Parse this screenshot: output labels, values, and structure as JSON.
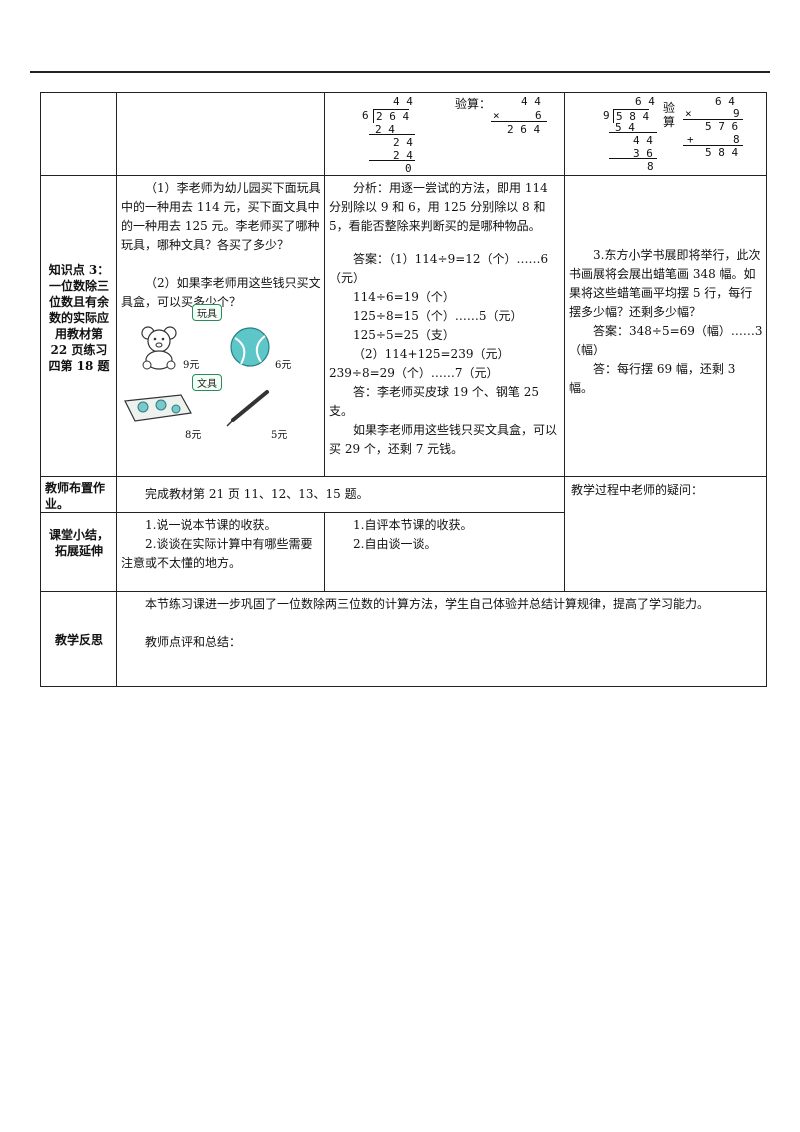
{
  "row_top": {
    "calc1": {
      "quotient": "4 4",
      "dividend": "2 6 4",
      "divisor": "6",
      "steps": [
        "2 4",
        "2 4",
        "2 4",
        "0"
      ],
      "check_label": "验算：",
      "check_top": "4 4",
      "check_mult": "6",
      "check_op": "×",
      "check_result": "2 6 4"
    },
    "calc2": {
      "quotient": "6 4",
      "dividend": "5 8 4",
      "divisor": "9",
      "steps": [
        "5 4",
        "4 4",
        "3 6",
        "8"
      ],
      "check_label_1": "验",
      "check_label_2": "算",
      "check_top": "6 4",
      "check_mult": "9",
      "check_op": "×",
      "check_mid": "5 7 6",
      "check_plus": "+",
      "check_add": "8",
      "check_result": "5 8 4"
    }
  },
  "row_kp3": {
    "header": "知识点 3：一位数除三位数且有余数的实际应用教材第 22 页练习四第 18 题",
    "problem": [
      "（1）李老师为幼儿园买下面玩具中的一种用去 114 元，买下面文具中的一种用去 125 元。李老师买了哪种玩具，哪种文具？各买了多少？",
      "（2）如果李老师用这些钱只买文具盒，可以买多少个？"
    ],
    "toys_label": "玩具",
    "stationery_label": "文具",
    "prices": [
      "9元",
      "6元",
      "8元",
      "5元"
    ],
    "analysis": [
      "分析：用逐一尝试的方法，即用 114 分别除以 9 和 6，用 125 分别除以 8 和 5，看能否整除来判断买的是哪种物品。",
      "答案：（1）114÷9=12（个）……6（元）",
      "114÷6=19（个）",
      "125÷8=15（个）……5（元）",
      "125÷5=25（支）",
      "（2）114+125=239（元）239÷8=29（个）……7（元）",
      "答：李老师买皮球 19 个、钢笔 25 支。",
      "如果李老师用这些钱只买文具盒，可以买 29 个，还剩 7 元钱。"
    ],
    "extra": [
      "3.东方小学书展即将举行，此次书画展将会展出蜡笔画 348 幅。如果将这些蜡笔画平均摆 5 行，每行摆多少幅？还剩多少幅？",
      "答案：348÷5=69（幅）……3（幅）",
      "答：每行摆 69 幅，还剩 3 幅。"
    ]
  },
  "row_homework": {
    "header": "教师布置作业。",
    "content": "完成教材第 21 页 11、12、13、15 题。",
    "question_label": "教学过程中老师的疑问："
  },
  "row_summary": {
    "header": "课堂小结，拓展延伸",
    "left": [
      "1.说一说本节课的收获。",
      "2.谈谈在实际计算中有哪些需要注意或不太懂的地方。"
    ],
    "right": [
      "1.自评本节课的收获。",
      "2.自由谈一谈。"
    ]
  },
  "row_reflection": {
    "header": "教学反思",
    "text": "本节练习课进一步巩固了一位数除两三位数的计算方法，学生自己体验并总结计算规律，提高了学习能力。",
    "review_label": "教师点评和总结："
  }
}
